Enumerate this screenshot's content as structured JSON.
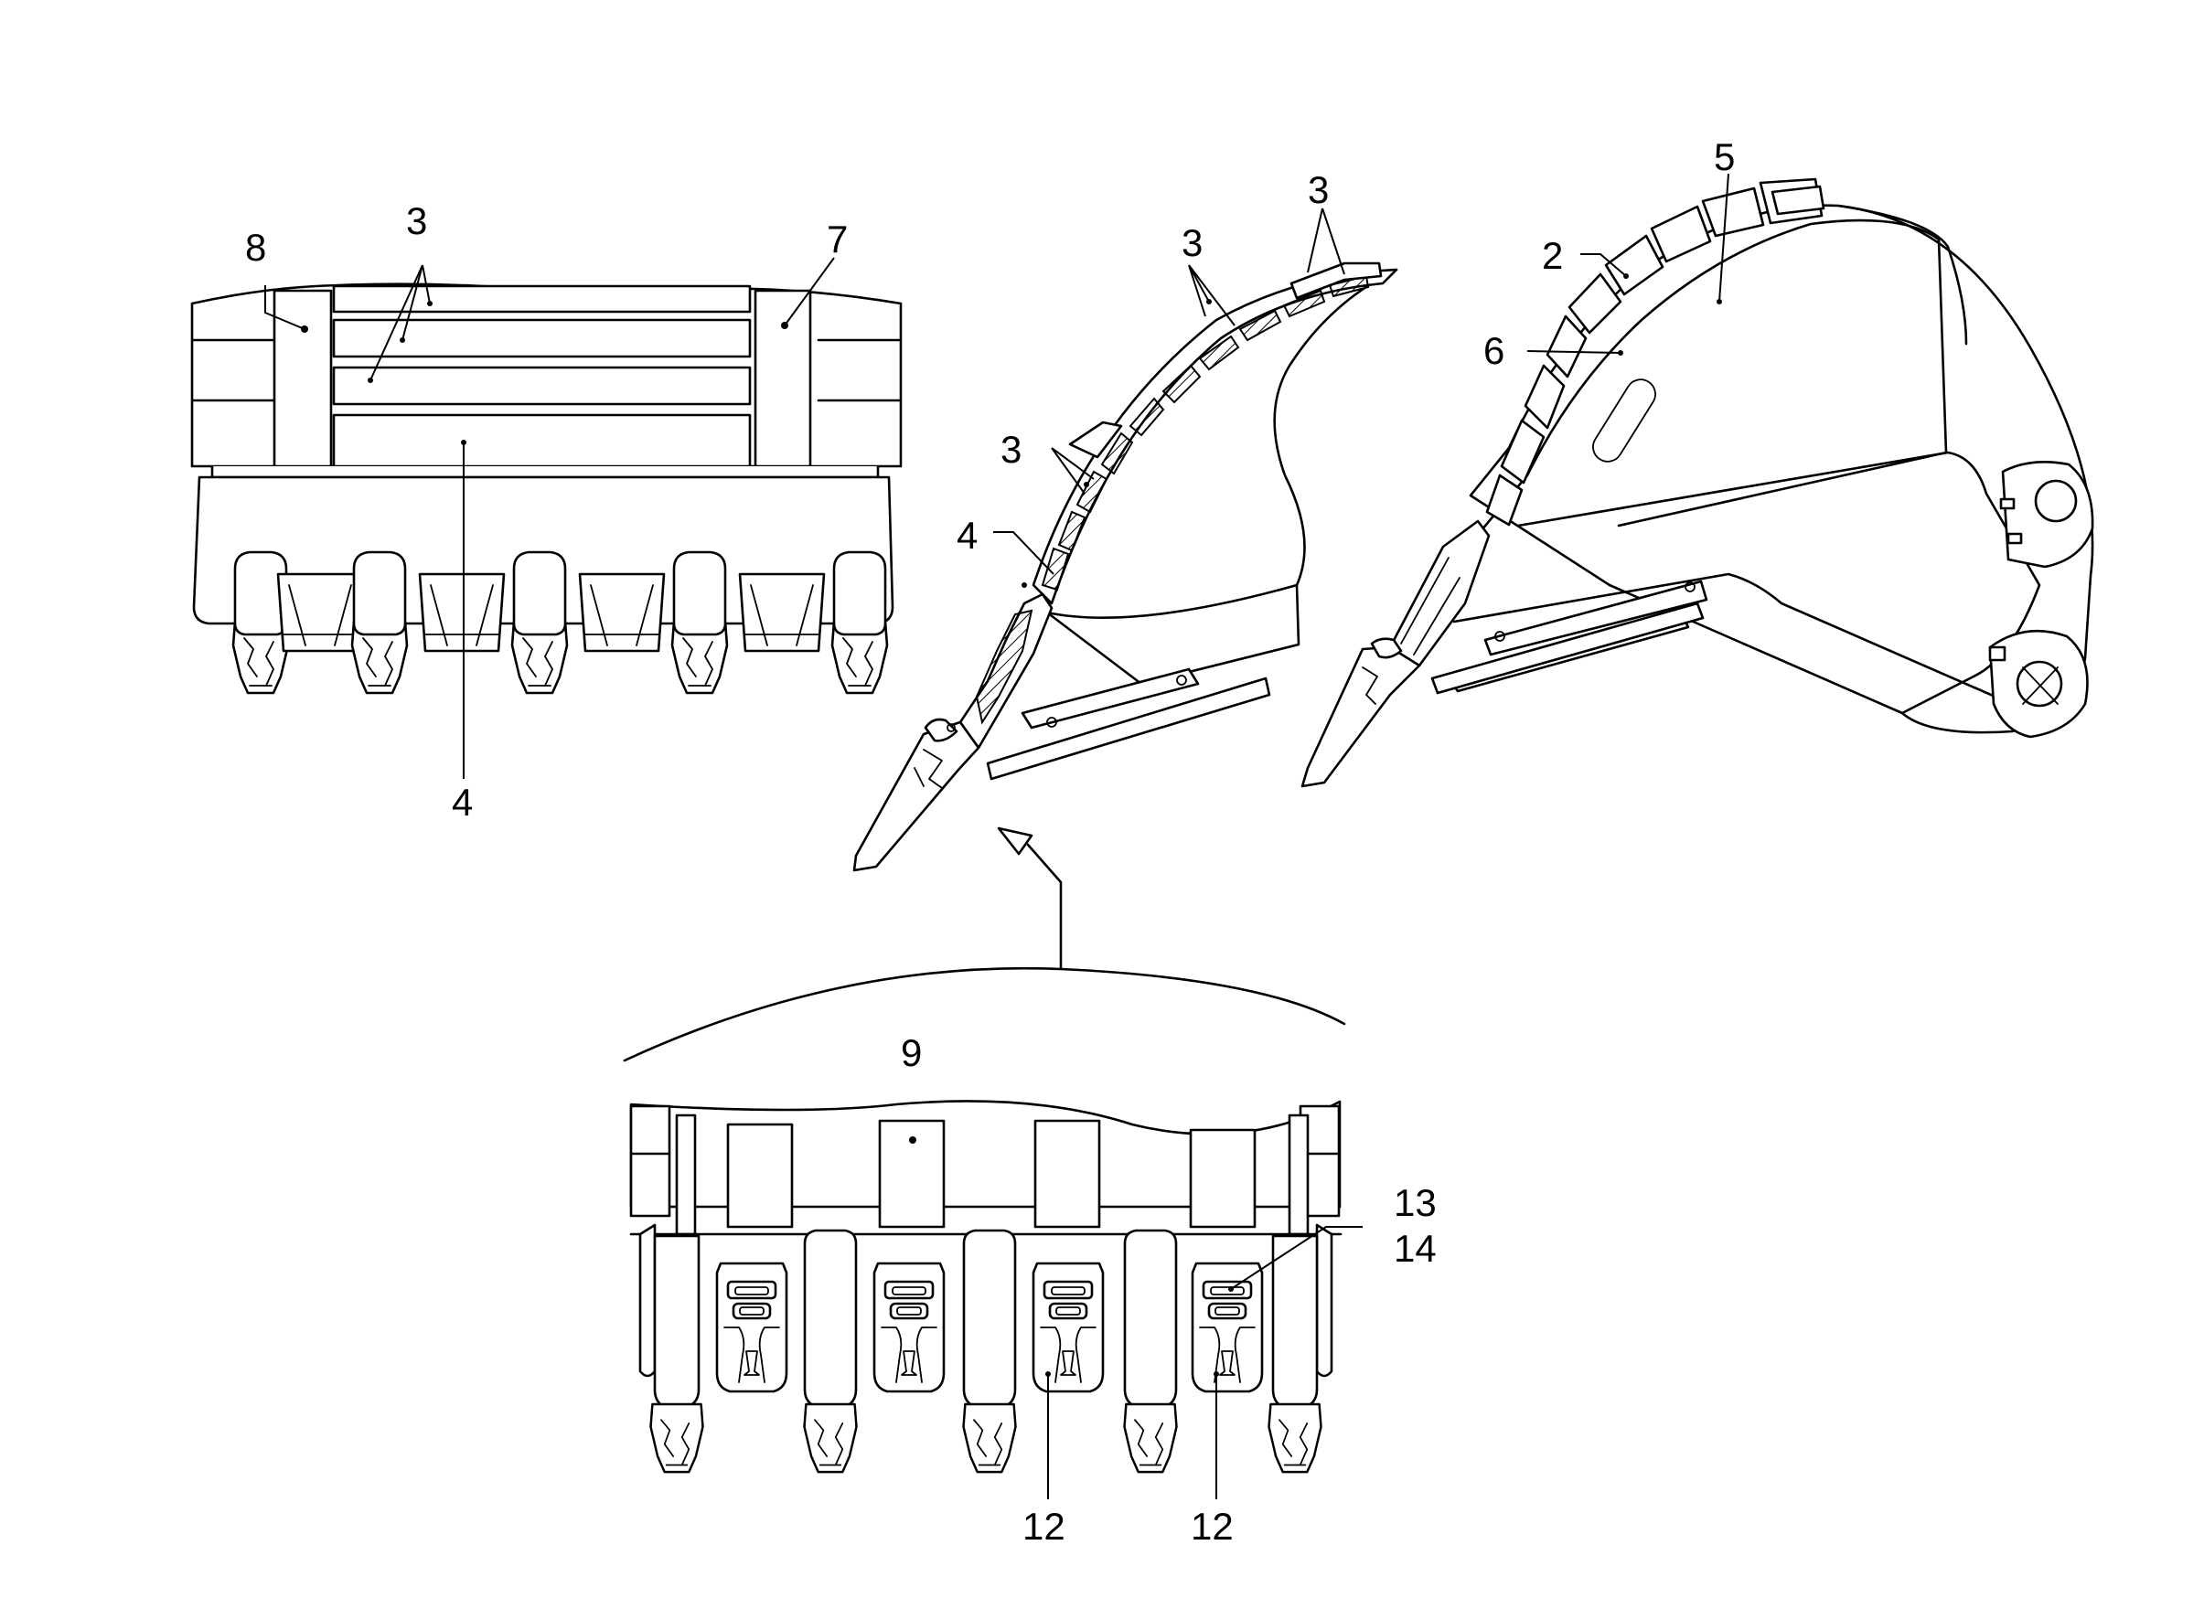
{
  "labels": {
    "tl_8": "8",
    "tl_3": "3",
    "tl_7": "7",
    "tl_4": "4",
    "mid_3a": "3",
    "mid_3b": "3",
    "mid_3c": "3",
    "mid_4": "4",
    "rt_5": "5",
    "rt_2": "2",
    "rt_6": "6",
    "bot_9": "9",
    "bot_13": "13",
    "bot_14": "14",
    "bot_12a": "12",
    "bot_12b": "12"
  }
}
